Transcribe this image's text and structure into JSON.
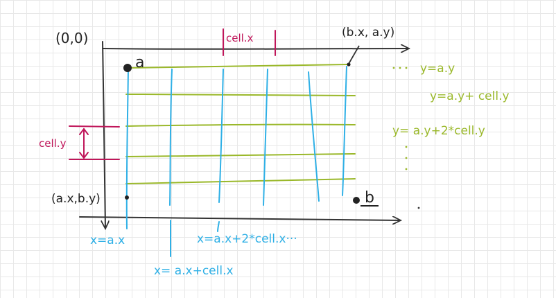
{
  "labels": {
    "origin": "(0,0)",
    "point_a": "a",
    "point_b": "b",
    "corner_top_right": "(b.x, a.y)",
    "corner_bottom_left": "(a.x,b.y)",
    "cell_x": "cell.x",
    "cell_y": "cell.y",
    "row_formulas": [
      "y=a.y",
      "y=a.y+ cell.y",
      "y= a.y+2*cell.y"
    ],
    "col_formulas": [
      "x=a.x",
      "x= a.x+cell.x",
      "x=a.x+2*cell.x···"
    ]
  },
  "colors": {
    "axis": "#333333",
    "grid_rows": "#9ab82a",
    "grid_cols": "#2fb0e6",
    "cell_marks": "#c0165a",
    "formula_y": "#9ab82a",
    "formula_x": "#2fb0e6",
    "ink": "#222222"
  }
}
